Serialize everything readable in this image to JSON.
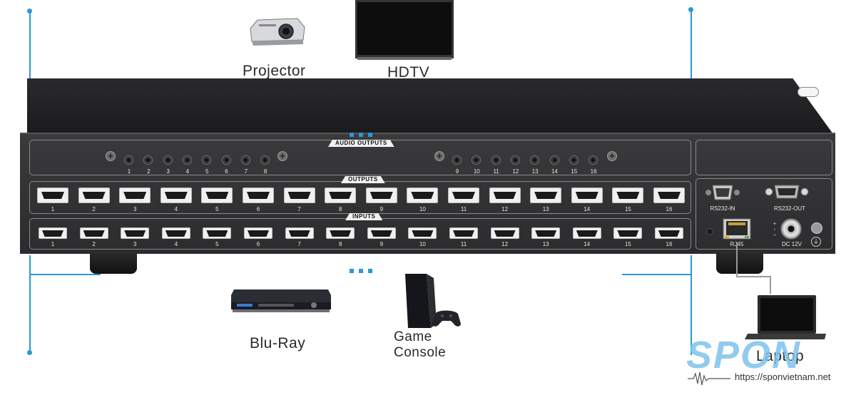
{
  "devices": {
    "projector_label": "Projector",
    "hdtv_label": "HDTV",
    "bluray_label": "Blu-Ray",
    "game_label_line1": "Game",
    "game_label_line2": "Console",
    "laptop_label": "Laptop"
  },
  "panel": {
    "audio_outputs_title": "AUDIO OUTPUTS",
    "outputs_title": "OUTPUTS",
    "inputs_title": "INPUTS",
    "audio_left_numbers": [
      "1",
      "2",
      "3",
      "4",
      "5",
      "6",
      "7",
      "8"
    ],
    "audio_right_numbers": [
      "9",
      "10",
      "11",
      "12",
      "13",
      "14",
      "15",
      "16"
    ],
    "port_numbers": [
      "1",
      "2",
      "3",
      "4",
      "5",
      "6",
      "7",
      "8",
      "9",
      "10",
      "11",
      "12",
      "13",
      "14",
      "15",
      "16"
    ],
    "rs232_in_label": "RS232-IN",
    "rs232_out_label": "RS232-OUT",
    "rj45_label": "RJ45",
    "dc_label": "DC 12V"
  },
  "watermark": {
    "brand": "SPON",
    "url": "https://sponvietnam.net"
  },
  "colors": {
    "accent": "#2a98d6",
    "panel": "#2f2f31",
    "brand": "#7ec3ec"
  }
}
